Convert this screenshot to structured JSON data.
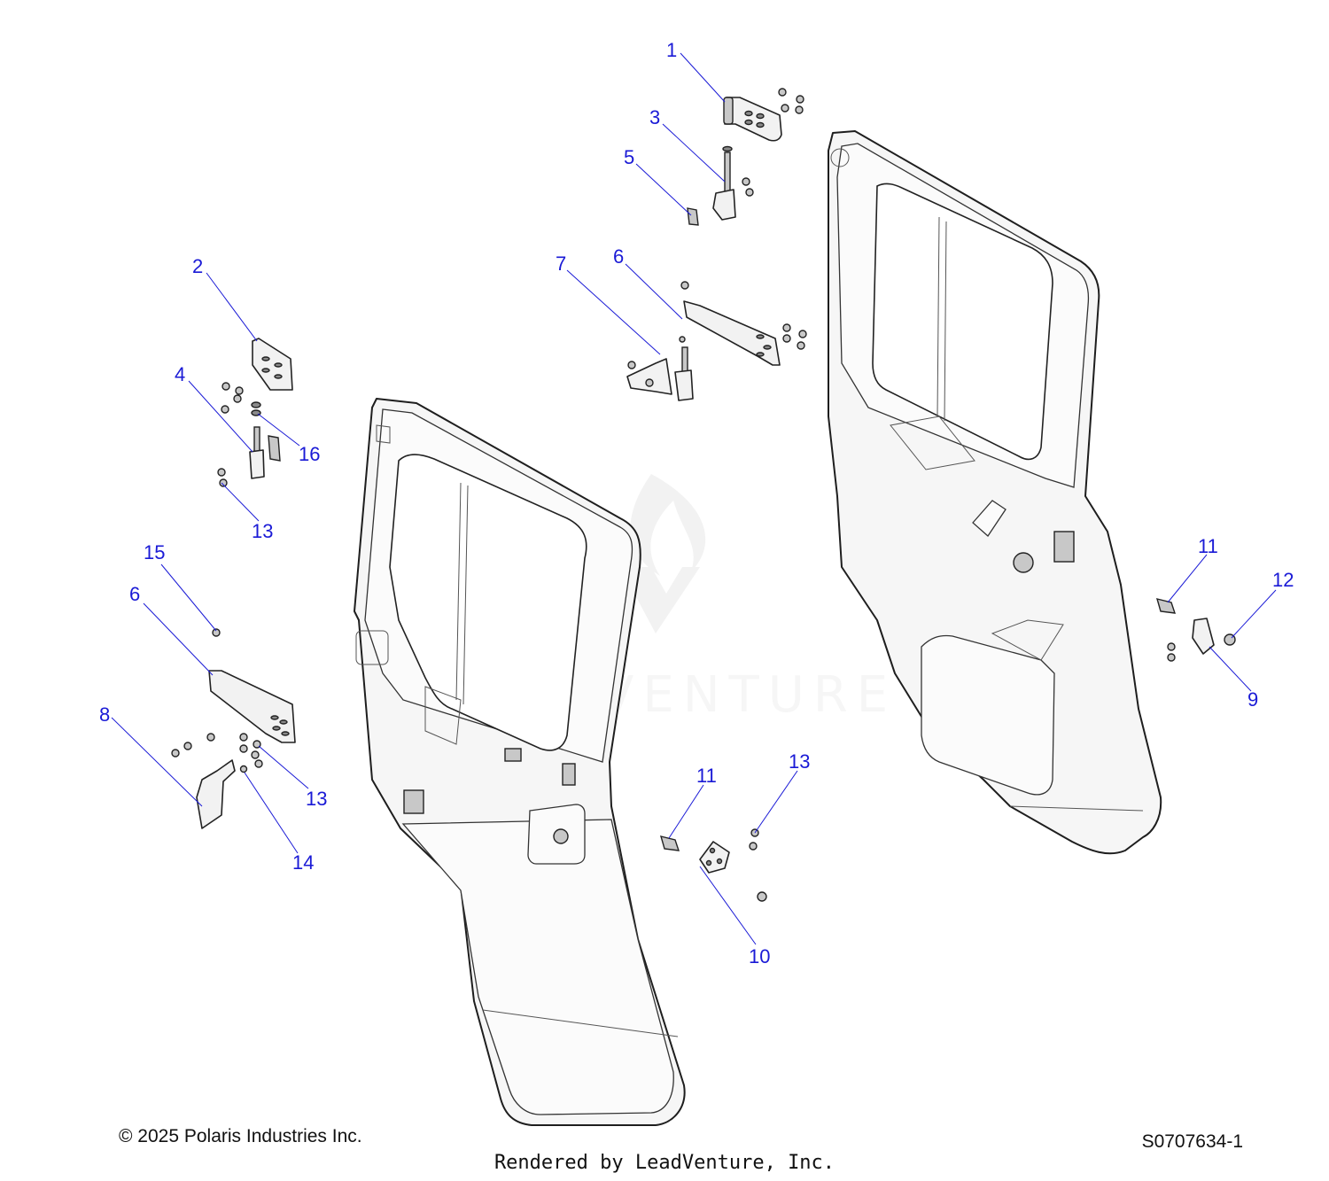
{
  "diagram_id": "S0707634-1",
  "copyright": "© 2025 Polaris Industries Inc.",
  "rendered_by": "Rendered by LeadVenture, Inc.",
  "watermark_text": "LEADVENTURE",
  "colors": {
    "callout": "#1a1ad6",
    "outline": "#222222",
    "part_fill": "#f2f2f2"
  },
  "callouts": [
    "1",
    "2",
    "3",
    "4",
    "5",
    "6",
    "7",
    "6",
    "8",
    "9",
    "10",
    "11",
    "11",
    "12",
    "13",
    "13",
    "13",
    "14",
    "15",
    "16"
  ]
}
